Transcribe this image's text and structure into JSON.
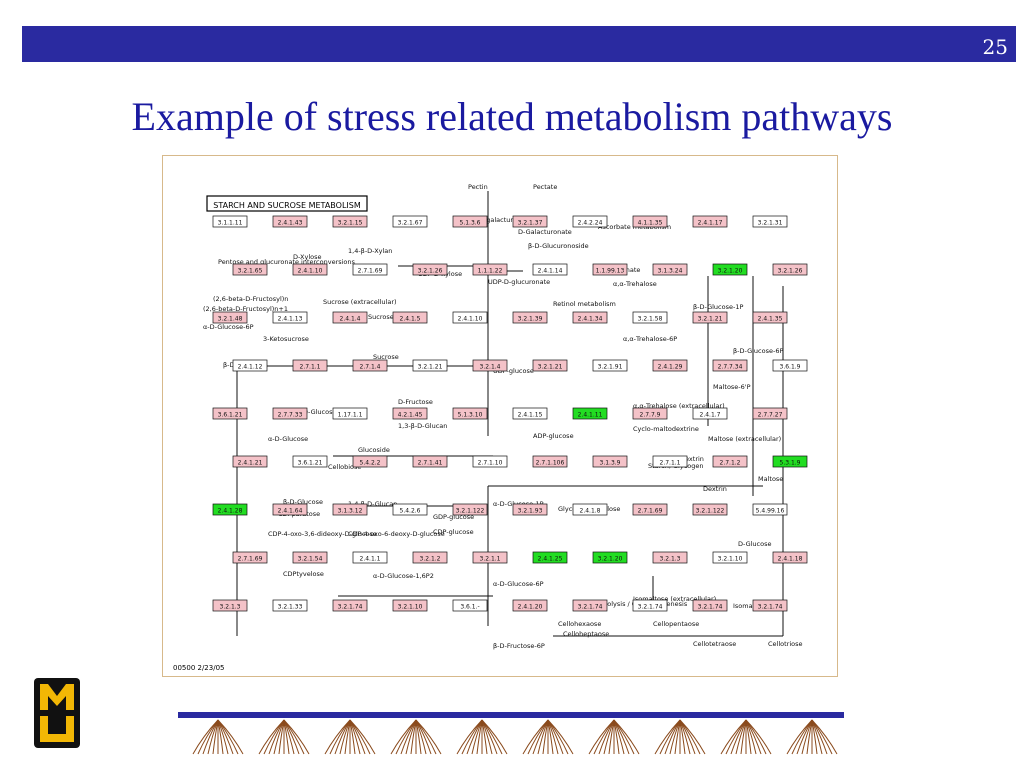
{
  "slide": {
    "number": "25",
    "title": "Example of stress related metabolism pathways",
    "colors": {
      "banner": "#2a2aa0",
      "title": "#1a1aa0",
      "enzyme_red": "#f4c2c8",
      "enzyme_green": "#22dd22"
    }
  },
  "pathway": {
    "title": "STARCH AND SUCROSE METABOLISM",
    "footer": "00500 2/23/05",
    "texts": [
      "Pectin",
      "Pectate",
      "D-Galacturonate",
      "UDP-D-galacturonate",
      "Ascorbate metabolism",
      "D-Xylose",
      "1,4-β-D-Xylan",
      "Pentose and glucuronate interconversions",
      "UDP-D-xylose",
      "UDP-D-glucuronate",
      "β-D-Glucuronoside",
      "D-Glucuronate",
      "Retinol metabolism",
      "(2,6-beta-D-Fructosyl)n",
      "(2,6-beta-D-Fructosyl)n+1",
      "Sucrose (extracellular)",
      "α-D-Glucose-6P",
      "3-Ketosucrose",
      "Sucrose-6P",
      "Sucrose",
      "β-D-Fructose",
      "D-Fructose",
      "D-Glucose",
      "1,3-β-D-Glucan",
      "α-D-Glucose",
      "Glucoside",
      "Cellobiose",
      "β-D-Glucose",
      "1,4-β-D-Glucan",
      "CDPparatose",
      "CDP-4-oxo-3,6-dideoxy-D-glucose",
      "CDP-4-oxo-6-deoxy-D-glucose",
      "CDP-glucose",
      "CDPtyvelose",
      "GDP-glucose",
      "UDP-glucose",
      "ADP-glucose",
      "α-D-Glucose-1P",
      "α-D-Glucose-1,6P2",
      "α-D-Glucose-6P",
      "β-D-Fructose-6P",
      "Glycolysis / Gluconeogenesis",
      "Glycogen, Amylose",
      "α,α-Trehalose",
      "β-D-Glucose-1P",
      "α,α-Trehalose-6P",
      "β-D-Glucose-6P",
      "Maltose-6'P",
      "α,α-Trehalose (extracellular)",
      "Maltose (extracellular)",
      "Cyclo-maltodextrine",
      "Starch, Glycogen",
      "Maltodextrin",
      "Maltose",
      "Dextrin",
      "D-Glucose",
      "Isomaltose (extracellular)",
      "Isomaltose",
      "Cellohexaose",
      "Celloheptaose",
      "Cellopentaose",
      "Cellotetraose",
      "Cellotriose"
    ],
    "enzymes": [
      "3.1.1.11",
      "2.4.1.43",
      "3.2.1.15",
      "3.2.1.67",
      "5.1.3.6",
      "3.2.1.37",
      "2.4.2.24",
      "4.1.1.35",
      "2.4.1.17",
      "3.2.1.31",
      "3.2.1.65",
      "2.4.1.10",
      "2.7.1.69",
      "3.2.1.26",
      "1.1.1.22",
      "2.4.1.14",
      "1.1.99.13",
      "3.1.3.24",
      "3.2.1.20",
      "3.2.1.26",
      "3.2.1.48",
      "2.4.1.13",
      "2.4.1.4",
      "2.4.1.5",
      "2.4.1.10",
      "3.2.1.39",
      "2.4.1.34",
      "3.2.1.58",
      "3.2.1.21",
      "2.4.1.35",
      "2.4.1.12",
      "2.7.1.1",
      "2.7.1.4",
      "3.2.1.21",
      "3.2.1.4",
      "3.2.1.21",
      "3.2.1.91",
      "2.4.1.29",
      "2.7.7.34",
      "3.6.1.9",
      "3.6.1.21",
      "2.7.7.33",
      "1.17.1.1",
      "4.2.1.45",
      "5.1.3.10",
      "2.4.1.15",
      "2.4.1.11",
      "2.7.7.9",
      "2.4.1.7",
      "2.7.7.27",
      "2.4.1.21",
      "3.6.1.21",
      "5.4.2.2",
      "2.7.1.41",
      "2.7.1.10",
      "2.7.1.106",
      "3.1.3.9",
      "2.7.1.1",
      "2.7.1.2",
      "5.3.1.9",
      "2.4.1.28",
      "2.4.1.64",
      "3.1.3.12",
      "5.4.2.6",
      "3.2.1.122",
      "3.2.1.93",
      "2.4.1.8",
      "2.7.1.69",
      "3.2.1.122",
      "5.4.99.16",
      "2.7.1.69",
      "3.2.1.54",
      "2.4.1.1",
      "3.2.1.2",
      "3.2.1.1",
      "2.4.1.25",
      "3.2.1.20",
      "3.2.1.3",
      "3.2.1.10",
      "2.4.1.18",
      "3.2.1.3",
      "3.2.1.33",
      "3.2.1.74",
      "3.2.1.10",
      "3.6.1.-",
      "2.4.1.20",
      "3.2.1.74",
      "3.2.1.74",
      "3.2.1.74",
      "3.2.1.74"
    ]
  },
  "logo": {
    "letters": "MU",
    "colors": [
      "#f2b705",
      "#111111"
    ]
  }
}
